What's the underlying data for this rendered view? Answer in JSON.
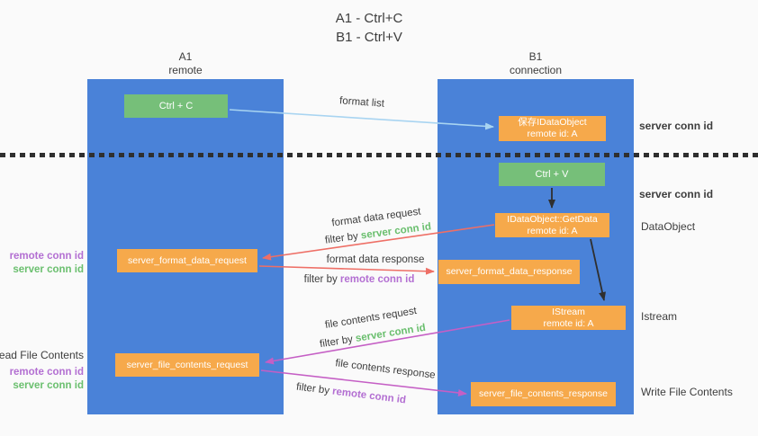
{
  "title": {
    "line1": "A1 - Ctrl+C",
    "line2": "B1 - Ctrl+V"
  },
  "lifelines": {
    "left": {
      "id": "A1",
      "role": "remote"
    },
    "right": {
      "id": "B1",
      "role": "connection"
    }
  },
  "nodes": {
    "ctrl_c": {
      "label": "Ctrl + C"
    },
    "ctrl_v": {
      "label": "Ctrl + V"
    },
    "save_idataobject": {
      "line1": "保存IDataObject",
      "line2": "remote id: A"
    },
    "getdata": {
      "line1": "IDataObject::GetData",
      "line2": "remote id: A"
    },
    "istream": {
      "line1": "IStream",
      "line2": "remote id: A"
    },
    "format_request": {
      "label": "server_format_data_request"
    },
    "format_response": {
      "label": "server_format_data_response"
    },
    "file_request": {
      "label": "server_file_contents_request"
    },
    "file_response": {
      "label": "server_file_contents_response"
    }
  },
  "edges": {
    "format_list": "format list",
    "format_data_request": "format data request",
    "format_data_response": "format data response",
    "file_contents_request": "file contents request",
    "file_contents_response": "file contents response",
    "filter_by": "filter by "
  },
  "ids": {
    "server_conn_id": "server conn id",
    "remote_conn_id": "remote conn id"
  },
  "side_labels": {
    "read_file_contents": "Read File Contents",
    "write_file_contents": "Write File Contents",
    "data_object": "DataObject",
    "istream": "Istream"
  },
  "colors": {
    "lifeline_blue": "#4a82d8",
    "box_green": "#76bf79",
    "box_orange": "#f6a94b",
    "arrow_blue": "#a8d4f1",
    "arrow_red": "#ee6f66",
    "arrow_magenta": "#c55fc5",
    "id_green": "#6abf6e",
    "id_purple": "#b36fd2",
    "text_dark": "#3d3d3d"
  }
}
